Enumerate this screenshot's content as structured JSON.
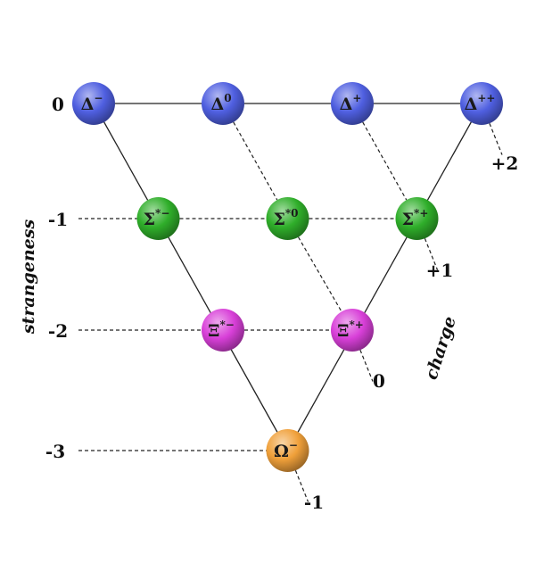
{
  "axes": {
    "strangeness_title": "strangeness",
    "charge_title": "charge"
  },
  "strangeness_levels": [
    "0",
    "-1",
    "-2",
    "-3"
  ],
  "charge_labels": [
    "+2",
    "+1",
    "0",
    "-1"
  ],
  "particles": [
    {
      "symbol": "Δ",
      "sup": "−",
      "row": 0,
      "col": 0,
      "color": "#4f5fe0"
    },
    {
      "symbol": "Δ",
      "sup": "0",
      "row": 0,
      "col": 1,
      "color": "#4f5fe0"
    },
    {
      "symbol": "Δ",
      "sup": "+",
      "row": 0,
      "col": 2,
      "color": "#4f5fe0"
    },
    {
      "symbol": "Δ",
      "sup": "++",
      "row": 0,
      "col": 3,
      "color": "#4f5fe0"
    },
    {
      "symbol": "Σ",
      "sup": "*−",
      "row": 1,
      "col": 0,
      "color": "#2fae2a"
    },
    {
      "symbol": "Σ",
      "sup": "*0",
      "row": 1,
      "col": 1,
      "color": "#2fae2a"
    },
    {
      "symbol": "Σ",
      "sup": "*+",
      "row": 1,
      "col": 2,
      "color": "#2fae2a"
    },
    {
      "symbol": "Ξ",
      "sup": "*−",
      "row": 2,
      "col": 0,
      "color": "#d83fd8"
    },
    {
      "symbol": "Ξ",
      "sup": "*+",
      "row": 2,
      "col": 1,
      "color": "#d83fd8"
    },
    {
      "symbol": "Ω",
      "sup": "−",
      "row": 3,
      "col": 0,
      "color": "#f0a03a"
    }
  ]
}
